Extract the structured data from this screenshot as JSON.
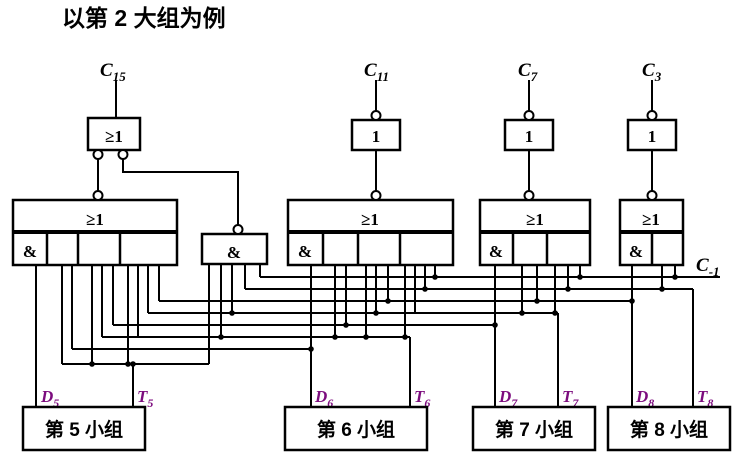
{
  "title": "以第 2 大组为例",
  "colors": {
    "wire": "#000000",
    "signal_label": "#7c0c7e",
    "background": "#ffffff"
  },
  "gate_labels": {
    "or": "≥1",
    "buffer": "1",
    "and": "&"
  },
  "top_carries": [
    {
      "base": "C",
      "sub": "15"
    },
    {
      "base": "C",
      "sub": "11"
    },
    {
      "base": "C",
      "sub": "7"
    },
    {
      "base": "C",
      "sub": "3"
    }
  ],
  "carry_in": {
    "base": "C",
    "sub": "-1"
  },
  "groups": [
    {
      "label": "第 5 小组",
      "d_base": "D",
      "d_sub": "5",
      "t_base": "T",
      "t_sub": "5"
    },
    {
      "label": "第 6 小组",
      "d_base": "D",
      "d_sub": "6",
      "t_base": "T",
      "t_sub": "6"
    },
    {
      "label": "第 7 小组",
      "d_base": "D",
      "d_sub": "7",
      "t_base": "T",
      "t_sub": "7"
    },
    {
      "label": "第 8 小组",
      "d_base": "D",
      "d_sub": "8",
      "t_base": "T",
      "t_sub": "8"
    }
  ]
}
